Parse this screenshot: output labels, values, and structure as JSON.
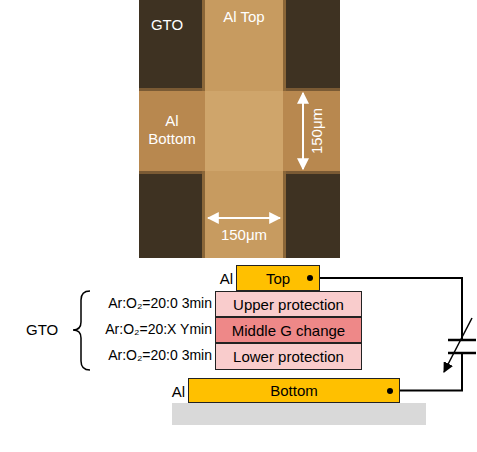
{
  "diagram": {
    "nodes": [
      {
        "text": [
          "Al",
          "Top"
        ]
      },
      {
        "text": [
          "Upper protection"
        ]
      },
      {
        "text": [
          "Middle G change"
        ]
      },
      {
        "text": [
          "Lower protection"
        ]
      },
      {
        "text": [
          "Al",
          "Bottom"
        ]
      }
    ],
    "edges": [
      {
        "from": 0,
        "to": 4,
        "arrow": "none"
      }
    ],
    "labels": [
      "GTO",
      "Al Top",
      "Al Bottom",
      "150μm",
      "150μm",
      "GTO",
      "Ar:O₂=20:0 3min",
      "Ar:O₂=20:X Ymin",
      "Ar:O₂=20:0 3min"
    ]
  }
}
